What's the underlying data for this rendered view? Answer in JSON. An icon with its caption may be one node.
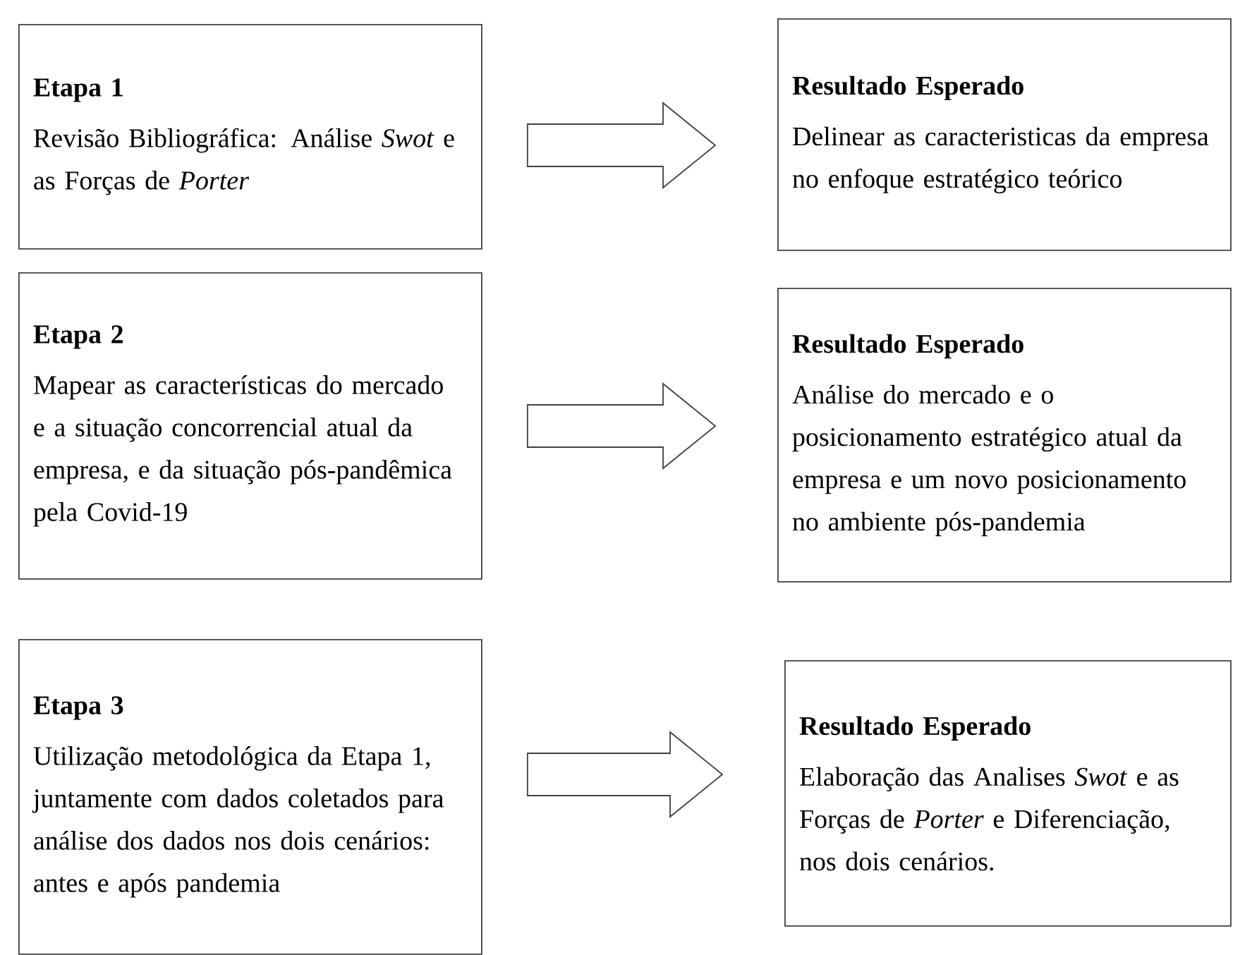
{
  "diagram": {
    "nodes": [
      {
        "text": [
          "Etapa 1",
          "Revisão Bibliográfica: Análise *Swot* e as Forças de *Porter*"
        ]
      },
      {
        "text": [
          "Etapa 2",
          "Mapear as características do mercado e a situação concorrencial atual da empresa, e da situação pós-pandêmica pela Covid-19"
        ]
      },
      {
        "text": [
          "Etapa 3",
          "Utilização metodológica da Etapa 1, juntamente com dados coletados para análise dos dados nos dois cenários: antes e após pandemia"
        ]
      },
      {
        "text": [
          "Resultado Esperado",
          "Delinear as caracteristicas da empresa no enfoque estratégico teórico"
        ]
      },
      {
        "text": [
          "Resultado Esperado",
          "Análise do mercado e o posicionamento estratégico atual da empresa e um novo posicionamento no ambiente pós-pandemia"
        ]
      },
      {
        "text": [
          "Resultado Esperado",
          "Elaboração das Analises *Swot* e as Forças de *Porter* e Diferenciação, nos dois cenários."
        ]
      }
    ],
    "edges": [
      {
        "from": 0,
        "to": 3,
        "arrow": "to"
      },
      {
        "from": 1,
        "to": 4,
        "arrow": "to"
      },
      {
        "from": 2,
        "to": 5,
        "arrow": "to"
      }
    ]
  }
}
